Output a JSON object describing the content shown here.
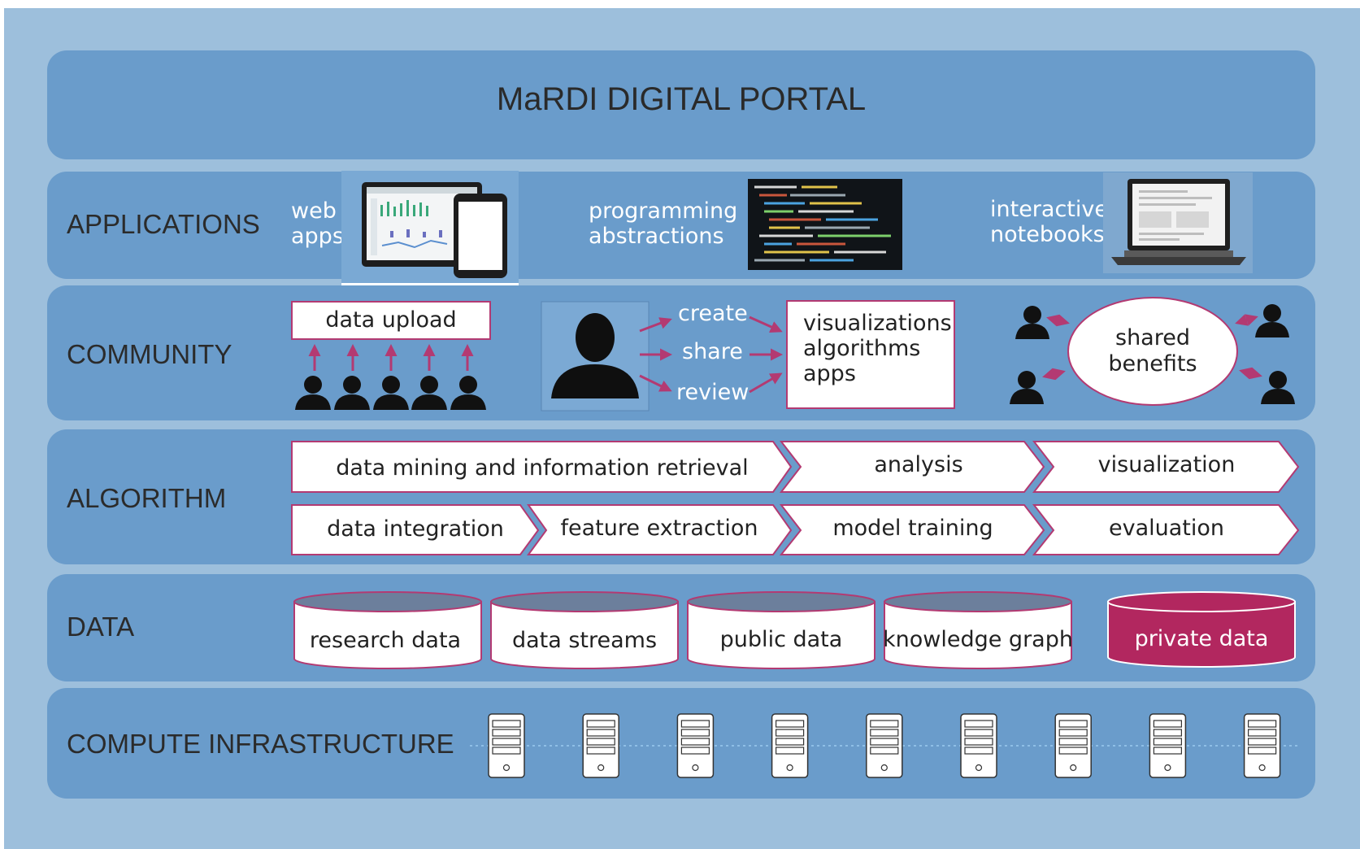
{
  "portal": {
    "title": "MaRDI DIGITAL PORTAL"
  },
  "applications": {
    "label": "APPLICATIONS",
    "items": [
      {
        "text": "web\napps",
        "icon": "tablet-dashboard-icon"
      },
      {
        "text": "programming\nabstractions",
        "icon": "code-screen-icon"
      },
      {
        "text": "interactive\nnotebooks",
        "icon": "laptop-icon"
      }
    ]
  },
  "community": {
    "label": "COMMUNITY",
    "data_upload": "data upload",
    "actions": [
      "create",
      "share",
      "review"
    ],
    "outputs": [
      "visualizations",
      "algorithms",
      "apps"
    ],
    "shared_benefits": [
      "shared",
      "benefits"
    ]
  },
  "algorithm": {
    "label": "ALGORITHM",
    "row1": [
      "data mining and information retrieval",
      "analysis",
      "visualization"
    ],
    "row2": [
      "data integration",
      "feature extraction",
      "model training",
      "evaluation"
    ]
  },
  "data": {
    "label": "DATA",
    "stores": [
      "research data",
      "data streams",
      "public data",
      "knowledge graph",
      "private data"
    ]
  },
  "compute": {
    "label": "COMPUTE INFRASTRUCTURE",
    "server_count": 9
  },
  "colors": {
    "background": "#9dbfdc",
    "band": "#6a9ccb",
    "accent": "#b33a72",
    "private": "#b2275f"
  }
}
